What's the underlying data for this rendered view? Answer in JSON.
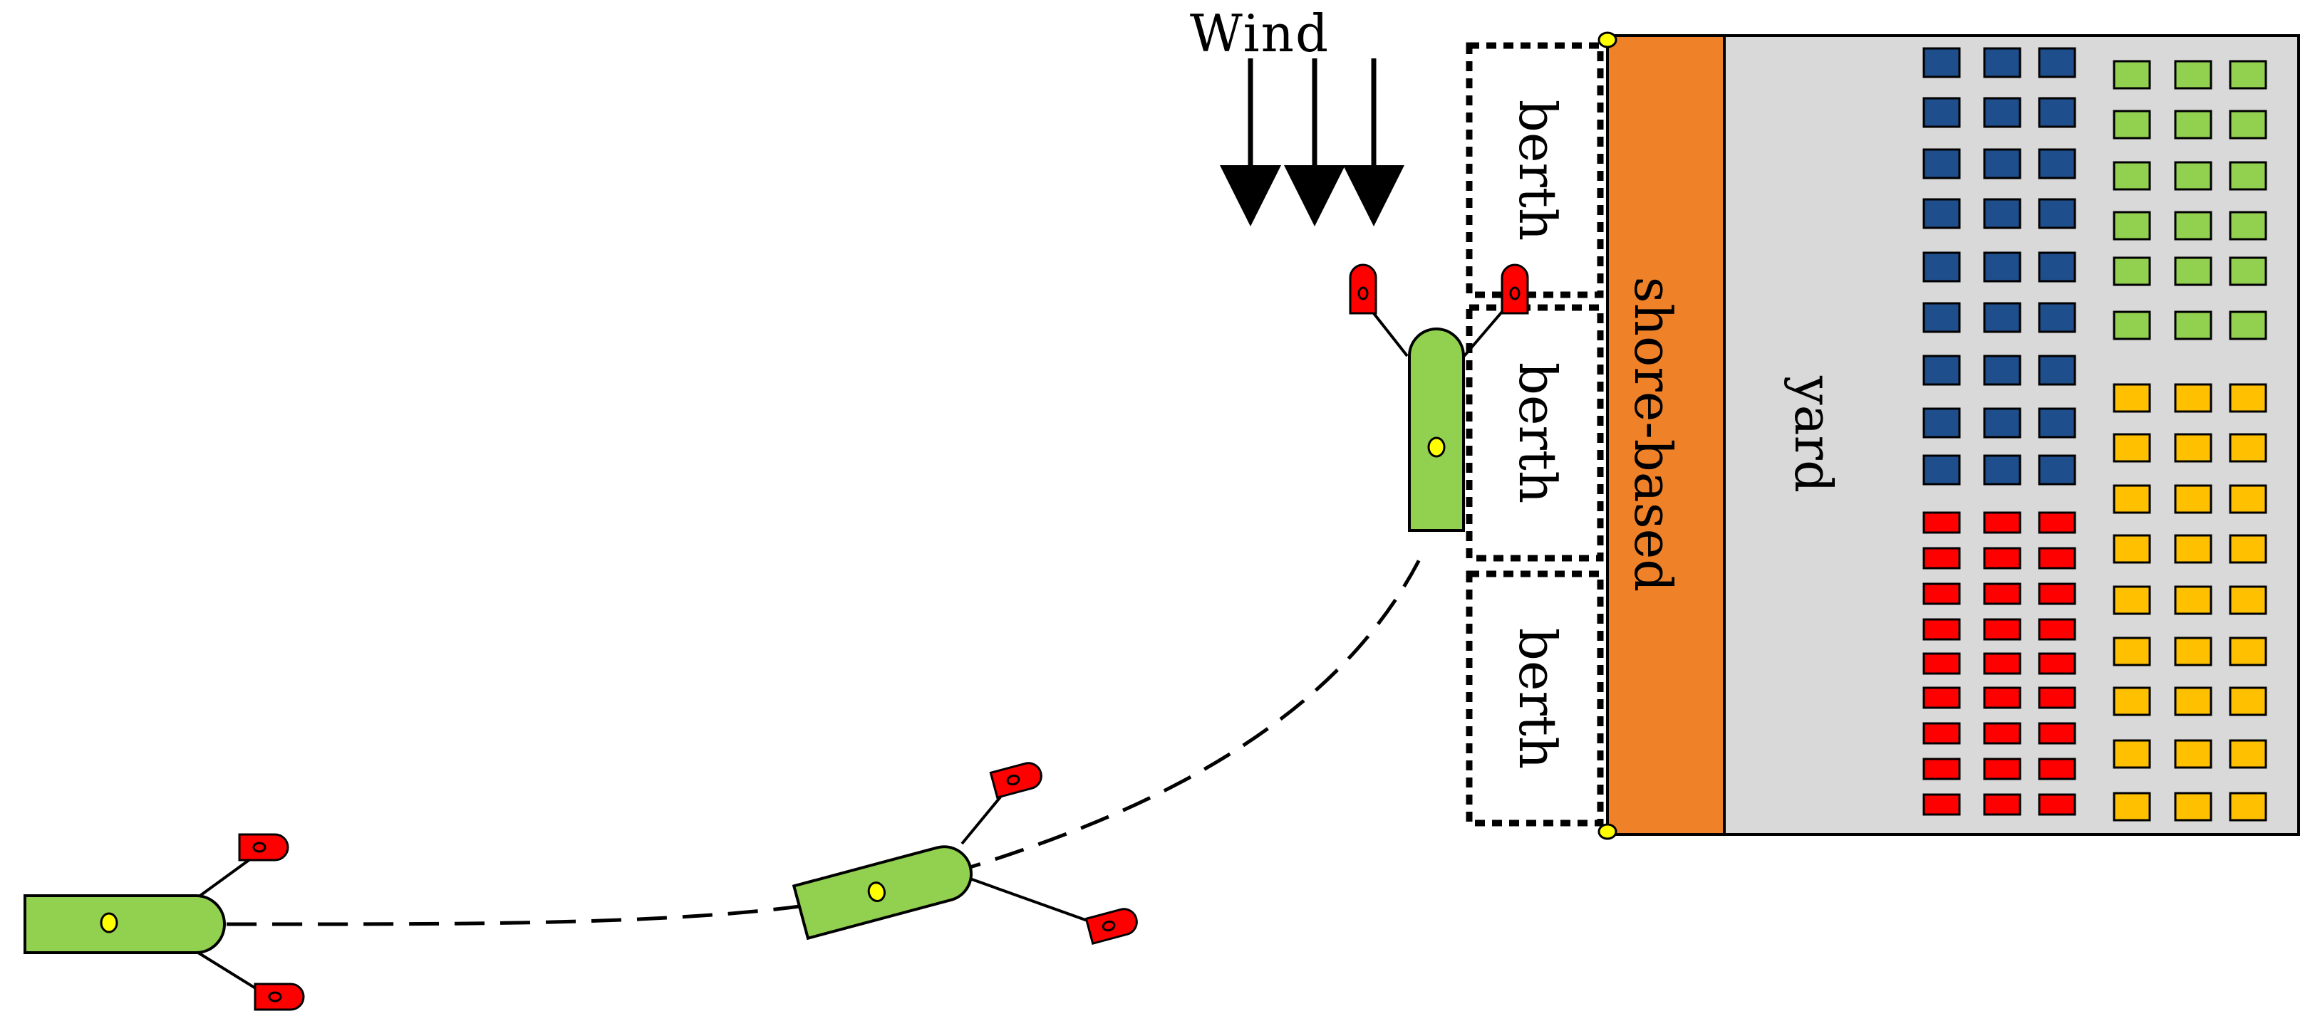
{
  "labels": {
    "wind": "Wind",
    "berths": [
      "berth",
      "berth",
      "berth"
    ],
    "shore": "shore-based",
    "yard": "yard"
  },
  "colors": {
    "shore": "#ef8228",
    "yard": "#d9d9d9",
    "ship": "#92d050",
    "tug": "#ff0000",
    "marker": "#ffff00",
    "container_blue": "#1f4e8c",
    "container_red": "#ff0000",
    "container_green": "#92d050",
    "container_yellow": "#ffc000"
  }
}
